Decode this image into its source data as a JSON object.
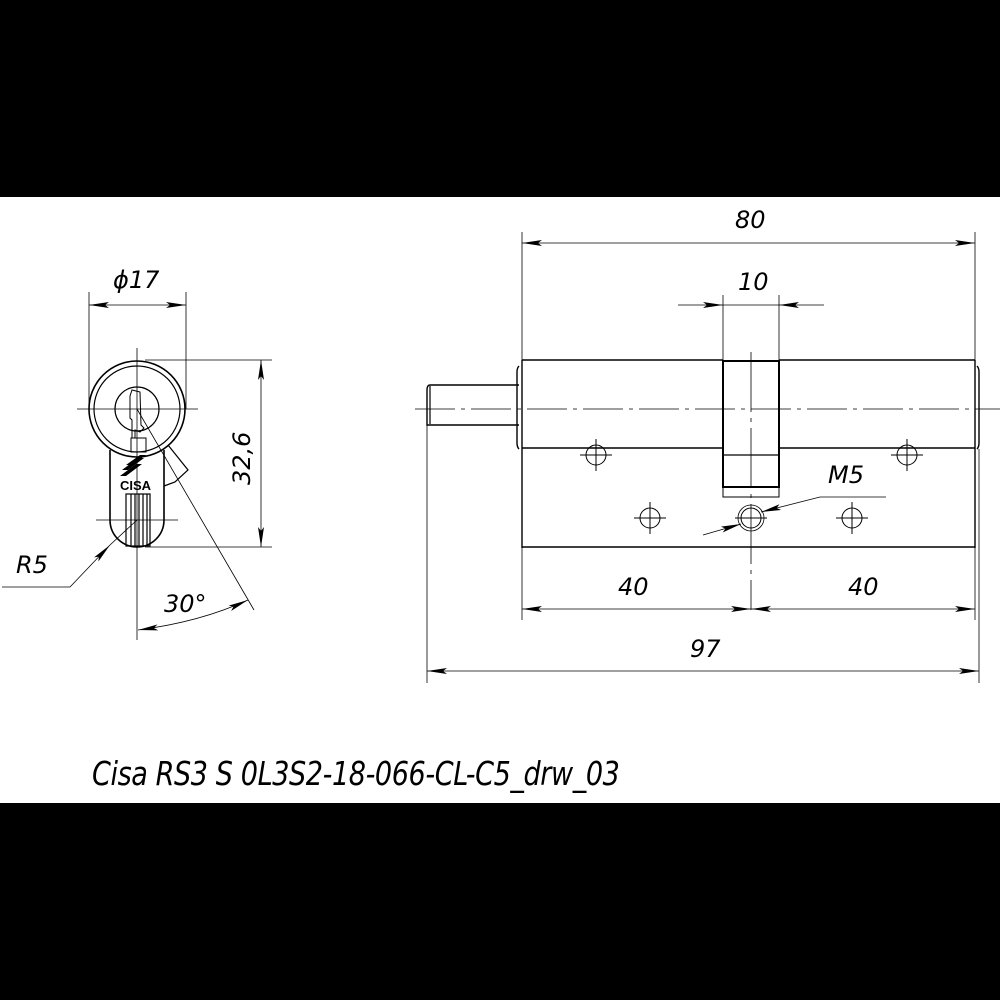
{
  "drawing": {
    "title": "Cisa RS3 S 0L3S2-18-066-CL-C5_drw_03",
    "front_view": {
      "brand_label": "CISA",
      "dimensions": {
        "diameter": "ϕ17",
        "height": "32,6",
        "radius": "R5",
        "angle": "30°"
      }
    },
    "side_view": {
      "dimensions": {
        "body_length": "80",
        "cam_width": "10",
        "thread": "M5",
        "left_half": "40",
        "right_half": "40",
        "overall_length": "97"
      }
    }
  },
  "colors": {
    "background": "#ffffff",
    "lines": "#000000",
    "frame_bars": "#000000"
  }
}
